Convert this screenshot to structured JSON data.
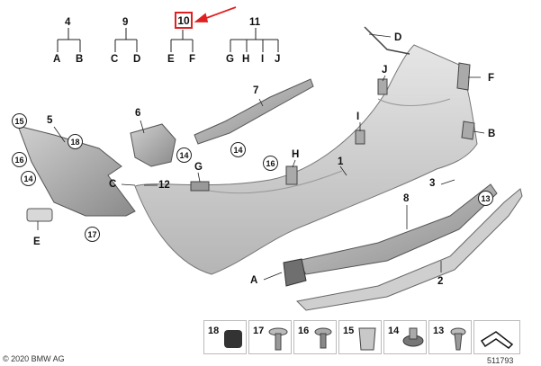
{
  "groups": {
    "g4": {
      "num": "4",
      "left": "A",
      "right": "B"
    },
    "g9": {
      "num": "9",
      "left": "C",
      "right": "D"
    },
    "g10": {
      "num": "10",
      "left": "E",
      "right": "F"
    },
    "g11": {
      "num": "11",
      "items": [
        "G",
        "H",
        "I",
        "J"
      ]
    }
  },
  "callouts": {
    "n1": "1",
    "n2": "2",
    "n3": "3",
    "n5": "5",
    "n6": "6",
    "n7": "7",
    "n8": "8",
    "n12": "12",
    "lA": "A",
    "lB": "B",
    "lC": "C",
    "lD": "D",
    "lE": "E",
    "lF": "F",
    "lG": "G",
    "lH": "H",
    "lI": "I",
    "lJ": "J",
    "c13": "13",
    "c14a": "14",
    "c14b": "14",
    "c14c": "14",
    "c15": "15",
    "c16a": "16",
    "c16b": "16",
    "c17": "17",
    "c18": "18"
  },
  "legend": [
    "18",
    "17",
    "16",
    "15",
    "14",
    "13"
  ],
  "footer": {
    "copyright": "© 2020 BMW AG",
    "doc_number": "511793"
  },
  "colors": {
    "highlight": "#e02020",
    "part_fill": "#c9c9c9",
    "part_dark": "#8c8c8c"
  }
}
